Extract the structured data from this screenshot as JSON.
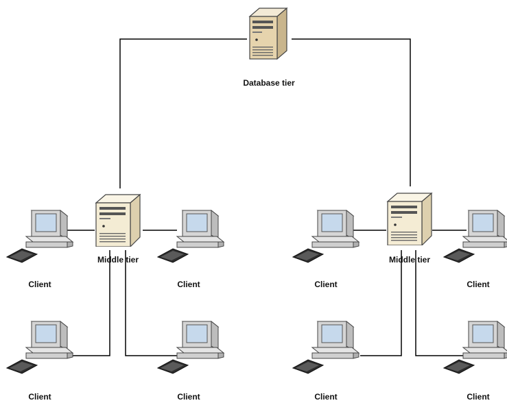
{
  "diagram": {
    "type": "three-tier network architecture",
    "database": {
      "label": "Database tier",
      "icon": "server-tower-icon"
    },
    "middle_tiers": [
      {
        "label": "Middle tier",
        "icon": "server-tower-icon",
        "clients": [
          {
            "label": "Client",
            "icon": "desktop-computer-icon"
          },
          {
            "label": "Client",
            "icon": "desktop-computer-icon"
          },
          {
            "label": "Client",
            "icon": "desktop-computer-icon"
          },
          {
            "label": "Client",
            "icon": "desktop-computer-icon"
          }
        ]
      },
      {
        "label": "Middle tier",
        "icon": "server-tower-icon",
        "clients": [
          {
            "label": "Client",
            "icon": "desktop-computer-icon"
          },
          {
            "label": "Client",
            "icon": "desktop-computer-icon"
          },
          {
            "label": "Client",
            "icon": "desktop-computer-icon"
          },
          {
            "label": "Client",
            "icon": "desktop-computer-icon"
          }
        ]
      }
    ],
    "colors": {
      "connector": "#000000",
      "database_case": "#e6d4ad",
      "middle_case": "#f4ecd4",
      "monitor_case": "#d5d5d5",
      "monitor_screen": "#c6d9ec"
    }
  }
}
